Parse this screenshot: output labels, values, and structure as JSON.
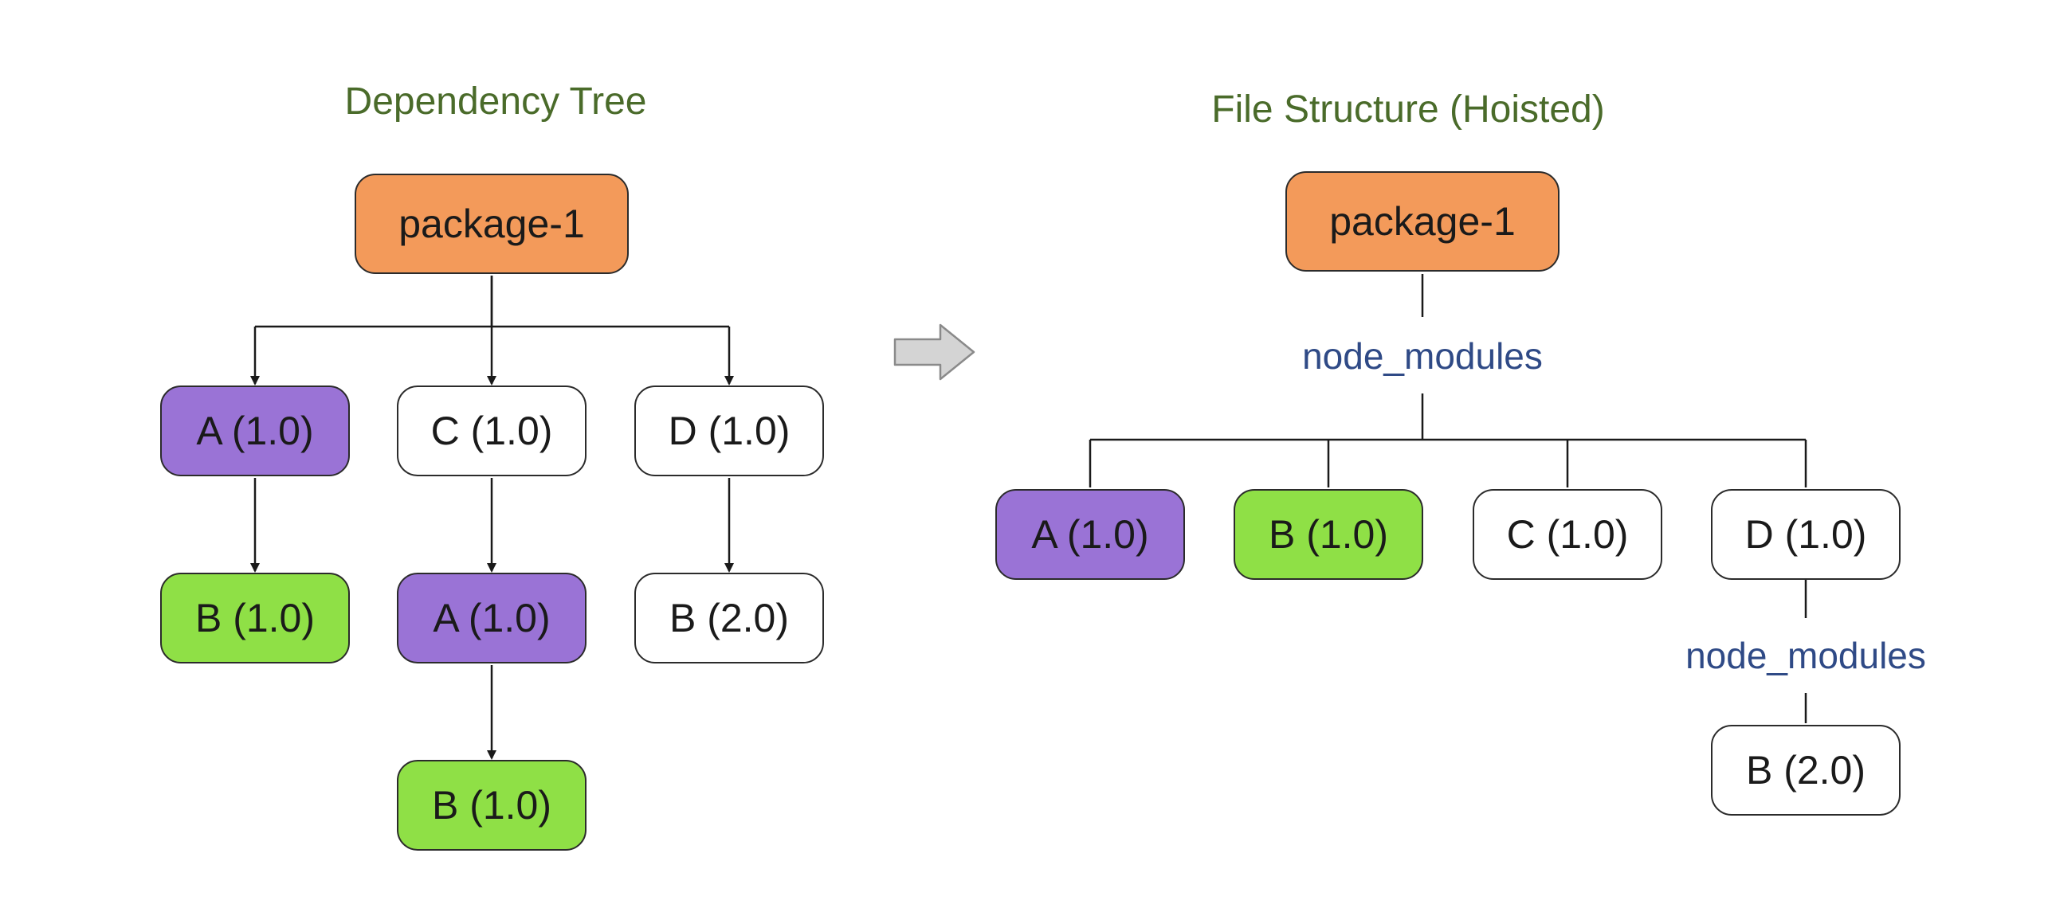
{
  "colors": {
    "orange": "#f39a5a",
    "purple": "#9a73d6",
    "green": "#8fe046",
    "white": "#ffffff",
    "title_text": "#4a6b2a",
    "node_modules_text": "#2f4a86",
    "arrow": "#c8c8c8"
  },
  "left": {
    "title": "Dependency Tree",
    "root": "package-1",
    "a": "A (1.0)",
    "c": "C (1.0)",
    "d": "D (1.0)",
    "a_child_b": "B (1.0)",
    "c_child_a": "A (1.0)",
    "d_child_b": "B (2.0)",
    "c_grandchild_b": "B (1.0)"
  },
  "transition_icon": "right-arrow-icon",
  "right": {
    "title": "File Structure (Hoisted)",
    "root": "package-1",
    "node_modules": "node_modules",
    "a": "A (1.0)",
    "b": "B (1.0)",
    "c": "C (1.0)",
    "d": "D (1.0)",
    "d_node_modules": "node_modules",
    "d_child_b": "B (2.0)"
  }
}
